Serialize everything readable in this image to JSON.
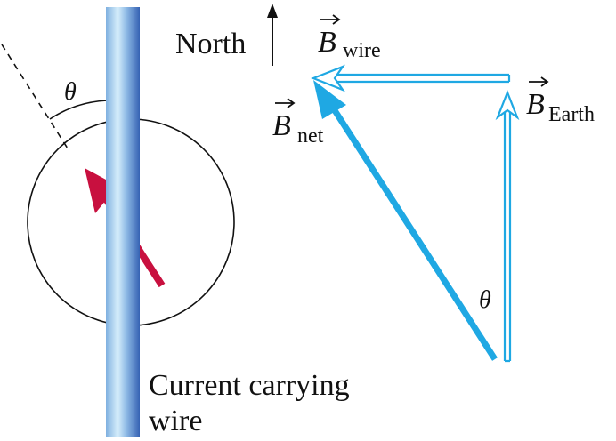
{
  "labels": {
    "north": "North",
    "theta_compass": "θ",
    "theta_triangle": "θ",
    "b_symbol": "B",
    "sub_wire": "wire",
    "sub_net": "net",
    "sub_earth": "Earth",
    "wire_caption_line1": "Current carrying",
    "wire_caption_line2": "wire"
  },
  "colors": {
    "vector_blue": "#1fa8e3",
    "needle_red": "#c8103f",
    "wire_light": "#bfe2f7",
    "wire_dark": "#3d74c0",
    "ink": "#111111"
  }
}
